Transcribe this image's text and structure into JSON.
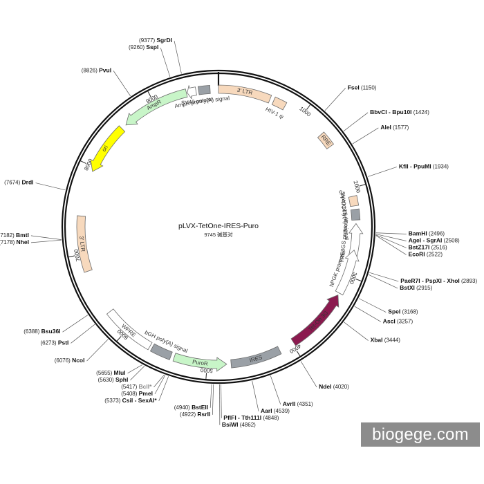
{
  "plasmid": {
    "name": "pLVX-TetOne-IRES-Puro",
    "length_text": "9745 碱基对",
    "length_bp": 9745
  },
  "ticks": [
    {
      "pos": 1000,
      "label": "1000"
    },
    {
      "pos": 2000,
      "label": "2000"
    },
    {
      "pos": 3000,
      "label": "3000"
    },
    {
      "pos": 4000,
      "label": "4000"
    },
    {
      "pos": 5000,
      "label": "5000"
    },
    {
      "pos": 6000,
      "label": "6000"
    },
    {
      "pos": 7000,
      "label": "7000"
    },
    {
      "pos": 8000,
      "label": "8000"
    },
    {
      "pos": 9000,
      "label": "9000"
    }
  ],
  "features": [
    {
      "name": "3' LTR",
      "start": 0,
      "end": 595,
      "kind": "box",
      "color": "#f7d9bd",
      "text_inside": true
    },
    {
      "name": "HIV-1 ψ",
      "start": 640,
      "end": 780,
      "kind": "box",
      "color": "#f7d9bd",
      "text_inside": false
    },
    {
      "name": "RRE",
      "start": 1300,
      "end": 1470,
      "kind": "box",
      "color": "#f7d9bd",
      "text_inside": true
    },
    {
      "name": "cPPT/CTS",
      "start": 2090,
      "end": 2200,
      "kind": "box",
      "color": "#f7d9bd",
      "text_inside": false
    },
    {
      "name": "SV40 poly(A) signal",
      "start": 2240,
      "end": 2360,
      "kind": "box",
      "color": "#9aa0a6",
      "text_inside": false
    },
    {
      "name": "TRE3GS promoter",
      "start": 2400,
      "end": 2800,
      "kind": "arrow-rev",
      "color": "#ffffff",
      "text_inside": false
    },
    {
      "name": "hPGK promoter",
      "start": 2700,
      "end": 3215,
      "kind": "arrow-rev",
      "color": "#ffffff",
      "text_inside": false
    },
    {
      "name": "Tet-On 3G",
      "start": 3240,
      "end": 3980,
      "kind": "arrow-rev",
      "color": "#8b1a4f",
      "text_inside": true
    },
    {
      "name": "IRES",
      "start": 4160,
      "end": 4730,
      "kind": "box",
      "color": "#9aa0a6",
      "text_inside": true
    },
    {
      "name": "PuroR",
      "start": 4780,
      "end": 5380,
      "kind": "arrow-rev",
      "color": "#c8f5c8",
      "text_inside": true
    },
    {
      "name": "bGH poly(A) signal",
      "start": 5420,
      "end": 5650,
      "kind": "box",
      "color": "#9aa0a6",
      "text_inside": false
    },
    {
      "name": "WPRE",
      "start": 5680,
      "end": 6280,
      "kind": "box",
      "color": "#ffffff",
      "text_inside": true
    },
    {
      "name": "3' LTR",
      "start": 6800,
      "end": 7430,
      "kind": "box",
      "color": "#f7d9bd",
      "text_inside": true
    },
    {
      "name": "ori",
      "start": 7950,
      "end": 8540,
      "kind": "arrow-rev",
      "color": "#ffff00",
      "text_inside": true
    },
    {
      "name": "AmpR",
      "start": 8600,
      "end": 9380,
      "kind": "arrow-rev",
      "color": "#c8f5c8",
      "text_inside": true
    },
    {
      "name": "AmpR promoter",
      "start": 9390,
      "end": 9490,
      "kind": "arrow-rev",
      "color": "#ffffff",
      "text_inside": false
    },
    {
      "name": "SV40 poly(A) signal",
      "start": 9520,
      "end": 9650,
      "kind": "box",
      "color": "#9aa0a6",
      "text_inside": false
    }
  ],
  "sites": [
    {
      "name": "SgrDI",
      "pos_text": "(9377)",
      "pos": 9377,
      "faded": false,
      "side": "left"
    },
    {
      "name": "SspI",
      "pos_text": "(9260)",
      "pos": 9260,
      "faded": false,
      "side": "left"
    },
    {
      "name": "PvuI",
      "pos_text": "(8826)",
      "pos": 8826,
      "faded": false,
      "side": "left"
    },
    {
      "name": "DrdI",
      "pos_text": "(7674)",
      "pos": 7674,
      "faded": false,
      "side": "left"
    },
    {
      "name": "BmtI",
      "pos_text": "(7182)",
      "pos": 7182,
      "faded": false,
      "side": "left"
    },
    {
      "name": "NheI",
      "pos_text": "(7178)",
      "pos": 7178,
      "faded": false,
      "side": "left"
    },
    {
      "name": "Bsu36I",
      "pos_text": "(6388)",
      "pos": 6388,
      "faded": false,
      "side": "left"
    },
    {
      "name": "PstI",
      "pos_text": "(6273)",
      "pos": 6273,
      "faded": false,
      "side": "left"
    },
    {
      "name": "NcoI",
      "pos_text": "(6076)",
      "pos": 6076,
      "faded": false,
      "side": "left"
    },
    {
      "name": "MluI",
      "pos_text": "(5655)",
      "pos": 5655,
      "faded": false,
      "side": "left"
    },
    {
      "name": "SphI",
      "pos_text": "(5630)",
      "pos": 5630,
      "faded": false,
      "side": "left"
    },
    {
      "name": "BclI*",
      "pos_text": "(5417)",
      "pos": 5417,
      "faded": true,
      "side": "left"
    },
    {
      "name": "PmeI",
      "pos_text": "(5408)",
      "pos": 5408,
      "faded": false,
      "side": "left"
    },
    {
      "name": "CsiI - SexAI*",
      "pos_text": "(5373)",
      "pos": 5373,
      "faded": false,
      "side": "left"
    },
    {
      "name": "BstEII",
      "pos_text": "(4940)",
      "pos": 4940,
      "faded": false,
      "side": "left"
    },
    {
      "name": "RsrII",
      "pos_text": "(4922)",
      "pos": 4922,
      "faded": false,
      "side": "left"
    },
    {
      "name": "FseI",
      "pos_text": "(1150)",
      "pos": 1150,
      "faded": false,
      "side": "right"
    },
    {
      "name": "BbvCI - Bpu10I",
      "pos_text": "(1424)",
      "pos": 1424,
      "faded": false,
      "side": "right"
    },
    {
      "name": "AleI",
      "pos_text": "(1577)",
      "pos": 1577,
      "faded": false,
      "side": "right"
    },
    {
      "name": "KflI - PpuMI",
      "pos_text": "(1934)",
      "pos": 1934,
      "faded": false,
      "side": "right"
    },
    {
      "name": "BamHI",
      "pos_text": "(2496)",
      "pos": 2496,
      "faded": false,
      "side": "right"
    },
    {
      "name": "AgeI - SgrAI",
      "pos_text": "(2508)",
      "pos": 2508,
      "faded": false,
      "side": "right"
    },
    {
      "name": "BstZ17I",
      "pos_text": "(2516)",
      "pos": 2516,
      "faded": false,
      "side": "right"
    },
    {
      "name": "EcoRI",
      "pos_text": "(2522)",
      "pos": 2522,
      "faded": false,
      "side": "right"
    },
    {
      "name": "PaeR7I - PspXI - XhoI",
      "pos_text": "(2893)",
      "pos": 2893,
      "faded": false,
      "side": "right"
    },
    {
      "name": "BstXI",
      "pos_text": "(2915)",
      "pos": 2915,
      "faded": false,
      "side": "right"
    },
    {
      "name": "SpeI",
      "pos_text": "(3168)",
      "pos": 3168,
      "faded": false,
      "side": "right"
    },
    {
      "name": "AscI",
      "pos_text": "(3257)",
      "pos": 3257,
      "faded": false,
      "side": "right"
    },
    {
      "name": "XbaI",
      "pos_text": "(3444)",
      "pos": 3444,
      "faded": false,
      "side": "right"
    },
    {
      "name": "NdeI",
      "pos_text": "(4020)",
      "pos": 4020,
      "faded": false,
      "side": "right"
    },
    {
      "name": "AvrII",
      "pos_text": "(4351)",
      "pos": 4351,
      "faded": false,
      "side": "right"
    },
    {
      "name": "AarI",
      "pos_text": "(4539)",
      "pos": 4539,
      "faded": false,
      "side": "right"
    },
    {
      "name": "PflFI - Tth111I",
      "pos_text": "(4848)",
      "pos": 4848,
      "faded": false,
      "side": "right"
    },
    {
      "name": "BsiWI",
      "pos_text": "(4862)",
      "pos": 4862,
      "faded": false,
      "side": "right"
    }
  ],
  "watermark": "biogege.com"
}
